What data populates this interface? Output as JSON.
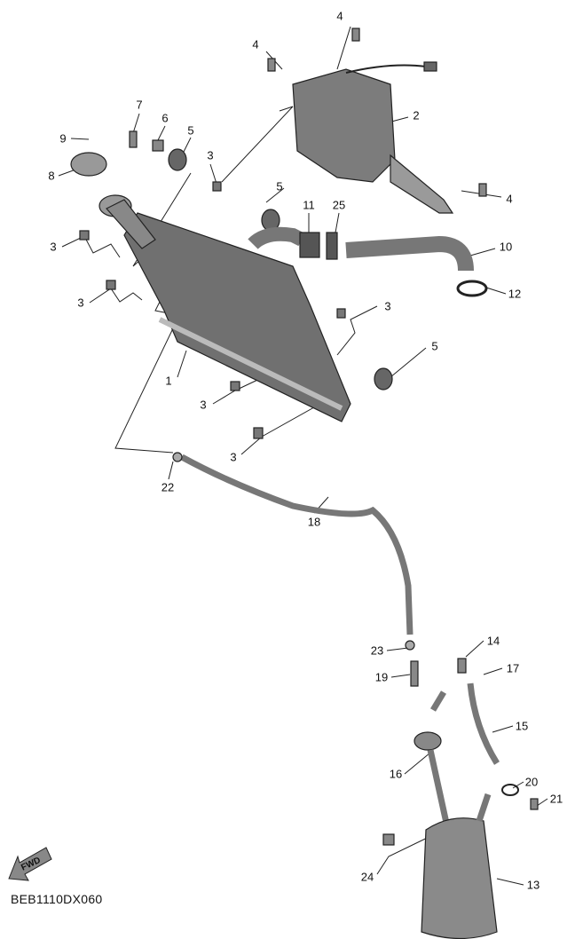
{
  "diagram_code": "BEB1110DX060",
  "fwd_badge": "FWD",
  "callouts": [
    "4",
    "4",
    "2",
    "4",
    "7",
    "6",
    "5",
    "9",
    "8",
    "3",
    "5",
    "11",
    "25",
    "10",
    "3",
    "3",
    "12",
    "3",
    "1",
    "5",
    "3",
    "3",
    "22",
    "18",
    "23",
    "14",
    "19",
    "17",
    "15",
    "16",
    "20",
    "21",
    "24",
    "13"
  ],
  "colors": {
    "part_fill": "#8a8a8a",
    "part_dark": "#4a4a4a",
    "line": "#222222"
  }
}
